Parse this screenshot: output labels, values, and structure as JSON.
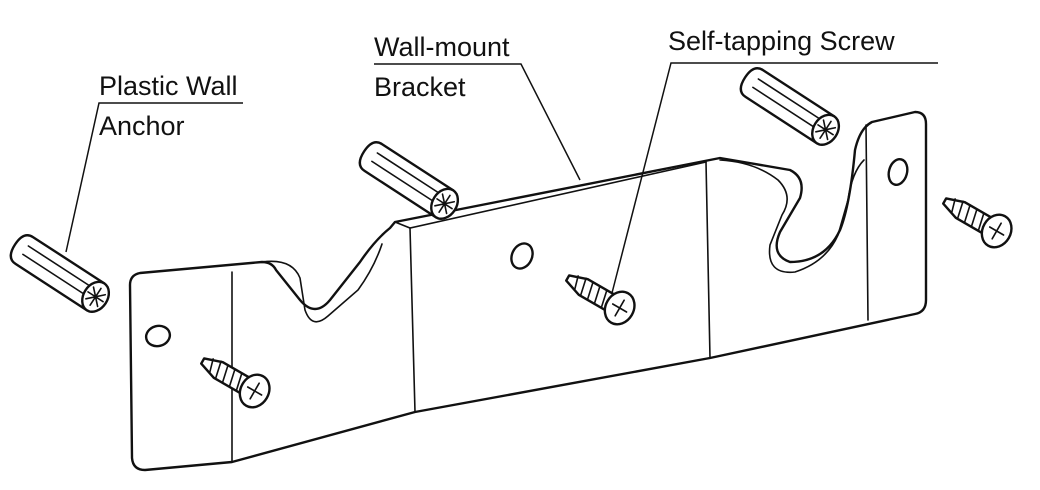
{
  "labels": {
    "plastic_wall_anchor": {
      "line1": "Plastic Wall",
      "line2": "Anchor"
    },
    "wall_mount_bracket": {
      "line1": "Wall-mount",
      "line2": "Bracket"
    },
    "self_tapping_screw": {
      "line1": "Self-tapping Screw"
    }
  },
  "parts": {
    "bracket": "wall-mount-bracket",
    "anchors": [
      "plastic-wall-anchor-left",
      "plastic-wall-anchor-center",
      "plastic-wall-anchor-right"
    ],
    "screws": [
      "self-tapping-screw-left",
      "self-tapping-screw-center",
      "self-tapping-screw-right"
    ]
  }
}
